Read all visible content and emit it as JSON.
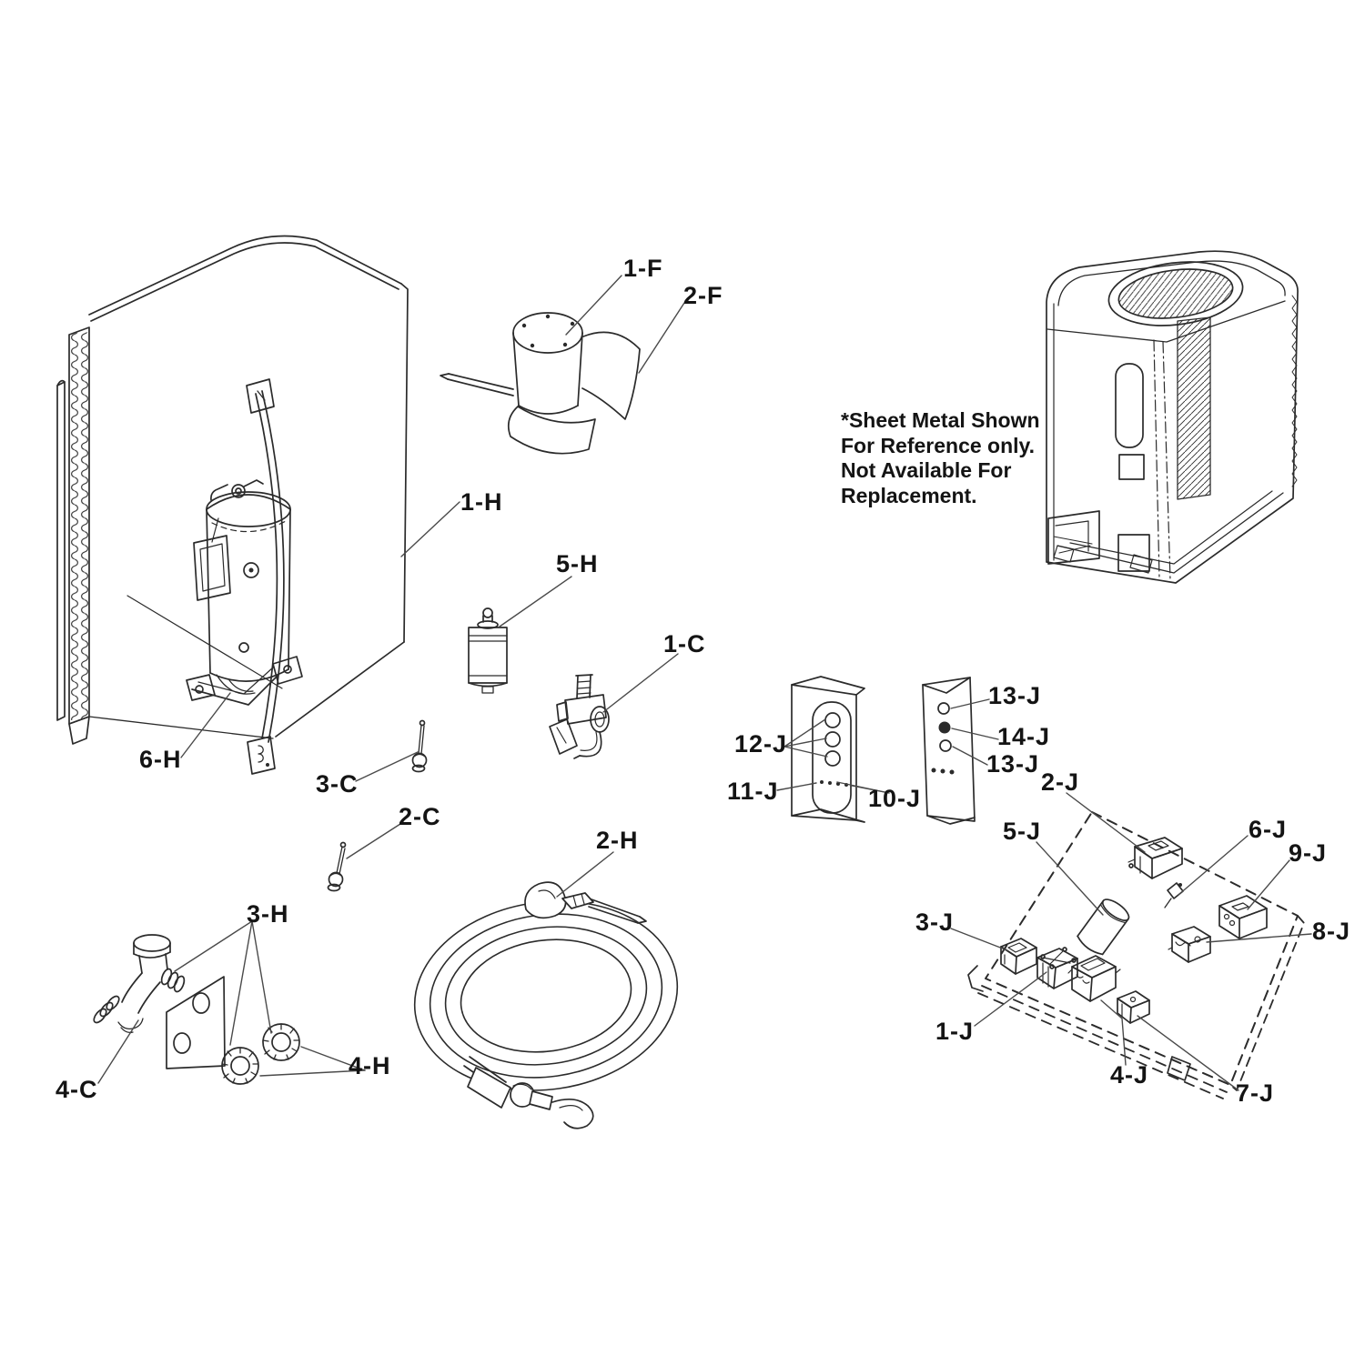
{
  "canvas": {
    "background": "#ffffff",
    "line_color": "#2b2b2b",
    "label_color": "#141414",
    "leader_color": "#4a4a4a"
  },
  "note": {
    "lines": [
      "*Sheet Metal Shown",
      "For Reference only.",
      "Not Available For",
      "Replacement."
    ]
  },
  "labels": [
    {
      "id": "1-F",
      "text": "1-F"
    },
    {
      "id": "2-F",
      "text": "2-F"
    },
    {
      "id": "1-H",
      "text": "1-H"
    },
    {
      "id": "6-H",
      "text": "6-H"
    },
    {
      "id": "5-H",
      "text": "5-H"
    },
    {
      "id": "1-C",
      "text": "1-C"
    },
    {
      "id": "3-C",
      "text": "3-C"
    },
    {
      "id": "2-C",
      "text": "2-C"
    },
    {
      "id": "2-H",
      "text": "2-H"
    },
    {
      "id": "3-H",
      "text": "3-H"
    },
    {
      "id": "4-H",
      "text": "4-H"
    },
    {
      "id": "4-C",
      "text": "4-C"
    },
    {
      "id": "12-J",
      "text": "12-J"
    },
    {
      "id": "11-J",
      "text": "11-J"
    },
    {
      "id": "10-J",
      "text": "10-J"
    },
    {
      "id": "13-J-top",
      "text": "13-J"
    },
    {
      "id": "14-J",
      "text": "14-J"
    },
    {
      "id": "13-J-bottom",
      "text": "13-J"
    },
    {
      "id": "2-J",
      "text": "2-J"
    },
    {
      "id": "5-J",
      "text": "5-J"
    },
    {
      "id": "6-J",
      "text": "6-J"
    },
    {
      "id": "9-J",
      "text": "9-J"
    },
    {
      "id": "8-J",
      "text": "8-J"
    },
    {
      "id": "3-J",
      "text": "3-J"
    },
    {
      "id": "1-J",
      "text": "1-J"
    },
    {
      "id": "4-J",
      "text": "4-J"
    },
    {
      "id": "7-J",
      "text": "7-J"
    }
  ]
}
